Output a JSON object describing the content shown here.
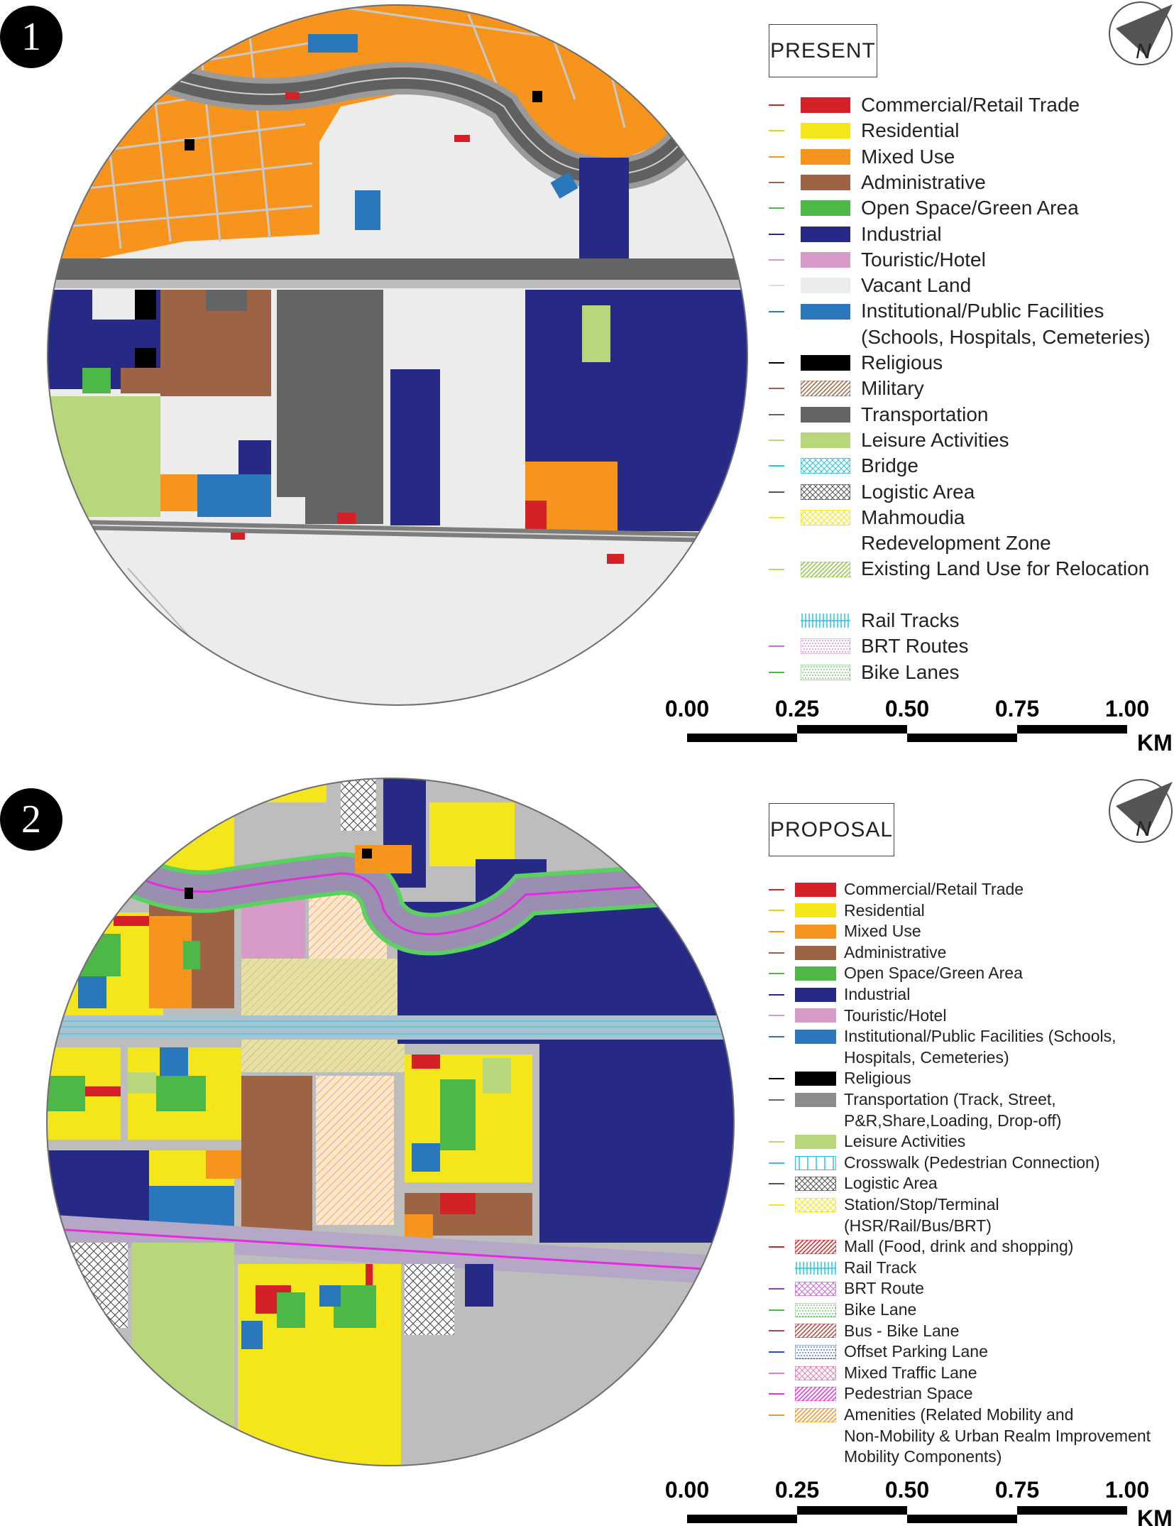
{
  "panels": [
    {
      "badge": "1",
      "title": "PRESENT",
      "north": "N",
      "legend": [
        {
          "label": "Commercial/Retail Trade",
          "color": "#d42027",
          "line": "#d42027",
          "pattern": "solid"
        },
        {
          "label": "Residential",
          "color": "#f5e51b",
          "line": "#e8d500",
          "pattern": "solid"
        },
        {
          "label": "Mixed Use",
          "color": "#f7941d",
          "line": "#f7941d",
          "pattern": "solid"
        },
        {
          "label": "Administrative",
          "color": "#9c6444",
          "line": "#9c6444",
          "pattern": "solid"
        },
        {
          "label": "Open Space/Green Area",
          "color": "#4db848",
          "line": "#4db848",
          "pattern": "solid"
        },
        {
          "label": "Industrial",
          "color": "#262a84",
          "line": "#262a84",
          "pattern": "solid"
        },
        {
          "label": "Touristic/Hotel",
          "color": "#d69bc7",
          "line": "#d69bc7",
          "pattern": "solid"
        },
        {
          "label": "Vacant Land",
          "color": "#ececec",
          "line": "#dddddd",
          "pattern": "solid"
        },
        {
          "label": "Institutional/Public Facilities",
          "color": "#2a77bb",
          "line": "#2a77bb",
          "pattern": "solid"
        },
        {
          "label": "(Schools, Hospitals, Cemeteries)",
          "color": "",
          "line": "",
          "pattern": "none"
        },
        {
          "label": "Religious",
          "color": "#000000",
          "line": "#000000",
          "pattern": "solid"
        },
        {
          "label": "Military",
          "color": "#9c6444",
          "line": "#9c6444",
          "pattern": "diag"
        },
        {
          "label": "Transportation",
          "color": "#636466",
          "line": "#636466",
          "pattern": "solid"
        },
        {
          "label": "Leisure Activities",
          "color": "#b7d77a",
          "line": "#b7d77a",
          "pattern": "solid"
        },
        {
          "label": "Bridge",
          "color": "#29c4e0",
          "line": "#29c4e0",
          "pattern": "cross"
        },
        {
          "label": "Logistic Area",
          "color": "#555555",
          "line": "#555555",
          "pattern": "cross"
        },
        {
          "label": "Mahmoudia",
          "color": "#f5e51b",
          "line": "#f5e51b",
          "pattern": "cross"
        },
        {
          "label": "Redevelopment Zone",
          "color": "",
          "line": "",
          "pattern": "none"
        },
        {
          "label": "Existing Land Use for Relocation",
          "color": "#8dc63f",
          "line": "#b7d77a",
          "pattern": "diag"
        },
        {
          "label": "",
          "color": "",
          "line": "",
          "pattern": "gap"
        },
        {
          "label": "Rail Tracks",
          "color": "#29c4e0",
          "line": "",
          "pattern": "rail"
        },
        {
          "label": "BRT Routes",
          "color": "#c86dd7",
          "line": "#c86dd7",
          "pattern": "dots"
        },
        {
          "label": "Bike Lanes",
          "color": "#4db848",
          "line": "#4db848",
          "pattern": "dots"
        }
      ],
      "scale": {
        "ticks": [
          "0.00",
          "0.25",
          "0.50",
          "0.75",
          "1.00"
        ],
        "unit": "KM"
      }
    },
    {
      "badge": "2",
      "title": "PROPOSAL",
      "north": "N",
      "legend": [
        {
          "label": "Commercial/Retail Trade",
          "color": "#d42027",
          "line": "#d42027",
          "pattern": "solid"
        },
        {
          "label": "Residential",
          "color": "#f5e51b",
          "line": "#e8d500",
          "pattern": "solid"
        },
        {
          "label": "Mixed Use",
          "color": "#f7941d",
          "line": "#f7941d",
          "pattern": "solid"
        },
        {
          "label": "Administrative",
          "color": "#9c6444",
          "line": "#9c6444",
          "pattern": "solid"
        },
        {
          "label": "Open Space/Green Area",
          "color": "#4db848",
          "line": "#4db848",
          "pattern": "solid"
        },
        {
          "label": "Industrial",
          "color": "#262a84",
          "line": "#262a84",
          "pattern": "solid"
        },
        {
          "label": "Touristic/Hotel",
          "color": "#d69bc7",
          "line": "#d69bc7",
          "pattern": "solid"
        },
        {
          "label": "Institutional/Public Facilities (Schools,",
          "color": "#2a77bb",
          "line": "#2a77bb",
          "pattern": "solid"
        },
        {
          "label": "Hospitals, Cemeteries)",
          "color": "",
          "line": "",
          "pattern": "none"
        },
        {
          "label": "Religious",
          "color": "#000000",
          "line": "#000000",
          "pattern": "solid"
        },
        {
          "label": "Transportation (Track, Street,",
          "color": "#8c8c8c",
          "line": "#636466",
          "pattern": "solid"
        },
        {
          "label": "P&R,Share,Loading, Drop-off)",
          "color": "",
          "line": "",
          "pattern": "none"
        },
        {
          "label": "Leisure Activities",
          "color": "#b7d77a",
          "line": "#b7d77a",
          "pattern": "solid"
        },
        {
          "label": "Crosswalk (Pedestrian Connection)",
          "color": "#29c4e0",
          "line": "#29c4e0",
          "pattern": "grid"
        },
        {
          "label": "Logistic Area",
          "color": "#555555",
          "line": "#555555",
          "pattern": "cross"
        },
        {
          "label": "Station/Stop/Terminal",
          "color": "#f5e51b",
          "line": "#f5e51b",
          "pattern": "cross"
        },
        {
          "label": "(HSR/Rail/Bus/BRT)",
          "color": "",
          "line": "",
          "pattern": "none"
        },
        {
          "label": "Mall (Food, drink and shopping)",
          "color": "#d42027",
          "line": "#d42027",
          "pattern": "diag"
        },
        {
          "label": "Rail Track",
          "color": "#29c4e0",
          "line": "",
          "pattern": "rail"
        },
        {
          "label": "BRT Route",
          "color": "#c86dd7",
          "line": "#8e3fa8",
          "pattern": "cross"
        },
        {
          "label": "Bike Lane",
          "color": "#4db848",
          "line": "#4db848",
          "pattern": "dots"
        },
        {
          "label": "Bus - Bike Lane",
          "color": "#b0443c",
          "line": "#b0443c",
          "pattern": "diag"
        },
        {
          "label": "Offset Parking Lane",
          "color": "#2a4fbb",
          "line": "#2a4fbb",
          "pattern": "dots"
        },
        {
          "label": "Mixed Traffic Lane",
          "color": "#e37fb5",
          "line": "#e37fb5",
          "pattern": "cross"
        },
        {
          "label": "Pedestrian Space",
          "color": "#e62ae0",
          "line": "#e62ae0",
          "pattern": "diag"
        },
        {
          "label": "Amenities (Related Mobility and",
          "color": "#f7941d",
          "line": "#f7941d",
          "pattern": "diag"
        },
        {
          "label": "Non-Mobility & Urban Realm Improvement",
          "color": "",
          "line": "",
          "pattern": "none"
        },
        {
          "label": "Mobility Components)",
          "color": "",
          "line": "",
          "pattern": "none"
        }
      ],
      "scale": {
        "ticks": [
          "0.00",
          "0.25",
          "0.50",
          "0.75",
          "1.00"
        ],
        "unit": "KM"
      }
    }
  ]
}
